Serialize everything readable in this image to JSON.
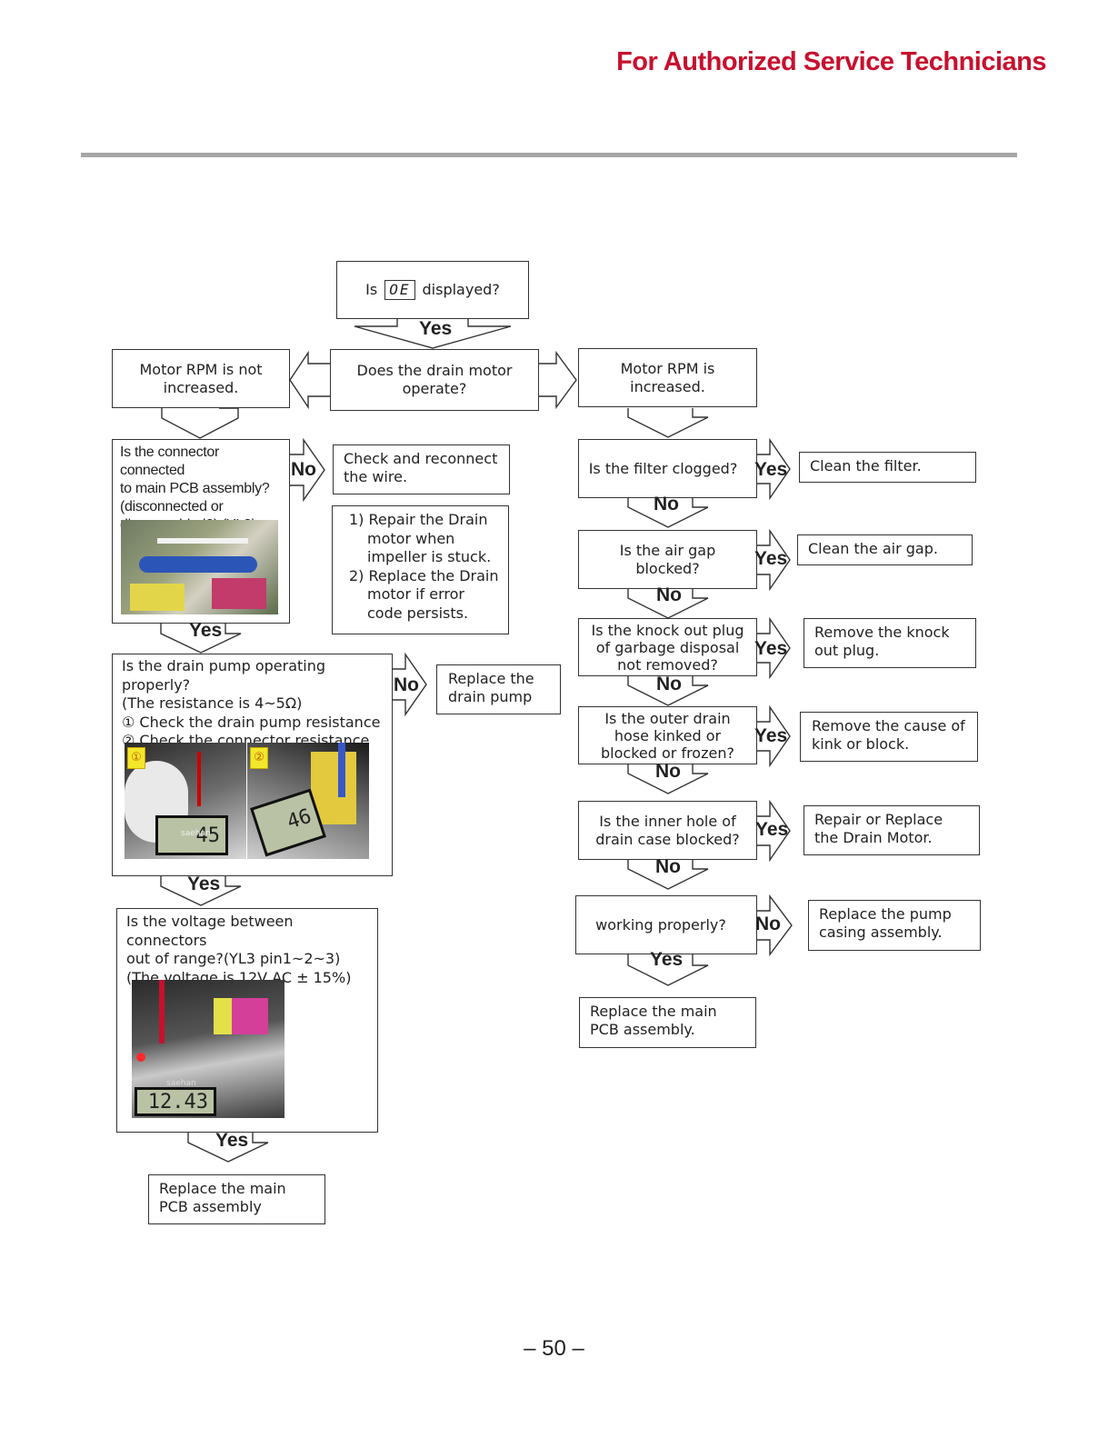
{
  "header": {
    "title": "For Authorized Service Technicians",
    "color": "#c8102e"
  },
  "start": {
    "prefix": "Is",
    "code": "OE",
    "suffix": "displayed?"
  },
  "drain_motor_q": "Does the drain motor operate?",
  "left": {
    "rpm_not": "Motor RPM is not increased.",
    "connector_q": [
      "Is the connector connected",
      "to main PCB assembly?",
      "(disconnected or",
      "disassembled?) (YL3)"
    ],
    "check_reconnect": "Check and reconnect the wire.",
    "repair_list": [
      "1) Repair the Drain motor when impeller is stuck.",
      "2) Replace the Drain motor if error code persists."
    ],
    "pump_q": [
      "Is the drain pump operating properly?",
      "(The resistance is 4~5Ω)",
      "① Check the drain pump resistance",
      "② Check the connector resistance"
    ],
    "replace_pump": "Replace the drain pump",
    "badge1": "①",
    "badge2": "②",
    "meter1": "45",
    "meter2": "46",
    "meter_brand": "saehan",
    "voltage_q": [
      "Is the voltage between connectors",
      "out of range?(YL3 pin1~2~3)",
      "(The voltage is 12V AC ± 15%)"
    ],
    "meter3": "12.43",
    "replace_pcb": "Replace the main PCB assembly"
  },
  "right": {
    "rpm_inc": "Motor RPM is increased.",
    "filter_q": "Is the filter clogged?",
    "clean_filter": "Clean the filter.",
    "airgap_q": "Is the air gap blocked?",
    "clean_airgap": "Clean the air gap.",
    "knock_q": "Is the knock out plug of garbage disposal not removed?",
    "remove_knock": "Remove the knock out plug.",
    "hose_q": "Is the outer drain hose kinked or blocked or frozen?",
    "remove_kink": "Remove the cause of kink or block.",
    "inner_q": "Is the inner hole of drain case blocked?",
    "repair_motor": "Repair or Replace the Drain Motor.",
    "working_q": "working properly?",
    "replace_casing": "Replace the pump casing assembly.",
    "replace_pcb": "Replace the main PCB assembly."
  },
  "labels": {
    "yes": "Yes",
    "no": "No"
  },
  "page_number": "– 50 –"
}
